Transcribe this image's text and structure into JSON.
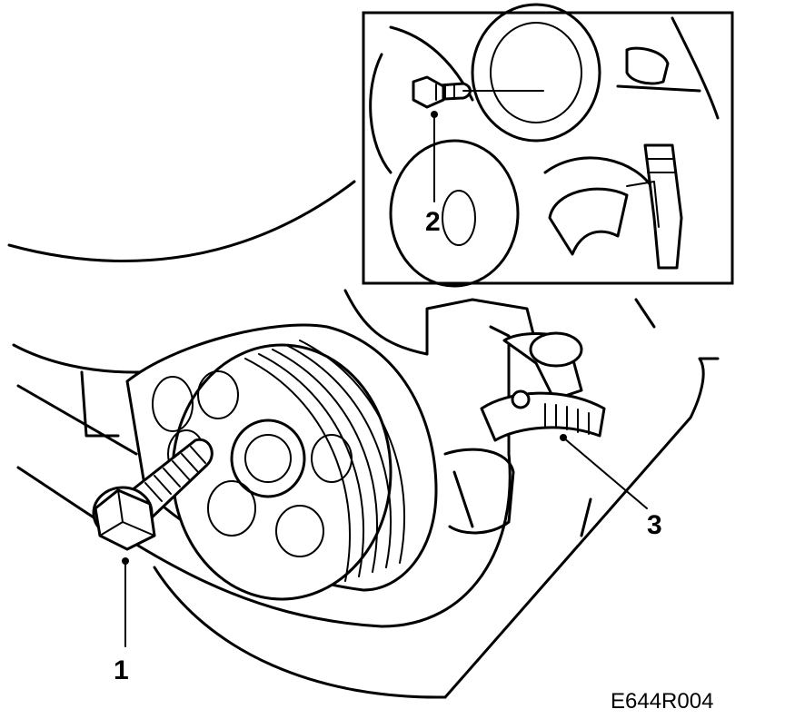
{
  "callouts": [
    {
      "id": "1",
      "label": "1",
      "part": "pulley-bolt"
    },
    {
      "id": "2",
      "label": "2",
      "part": "bracket-bolt"
    },
    {
      "id": "3",
      "label": "3",
      "part": "hose-clamp"
    }
  ],
  "drawing_code": "E644R004",
  "colors": {
    "line": "#000000",
    "background": "#ffffff"
  }
}
